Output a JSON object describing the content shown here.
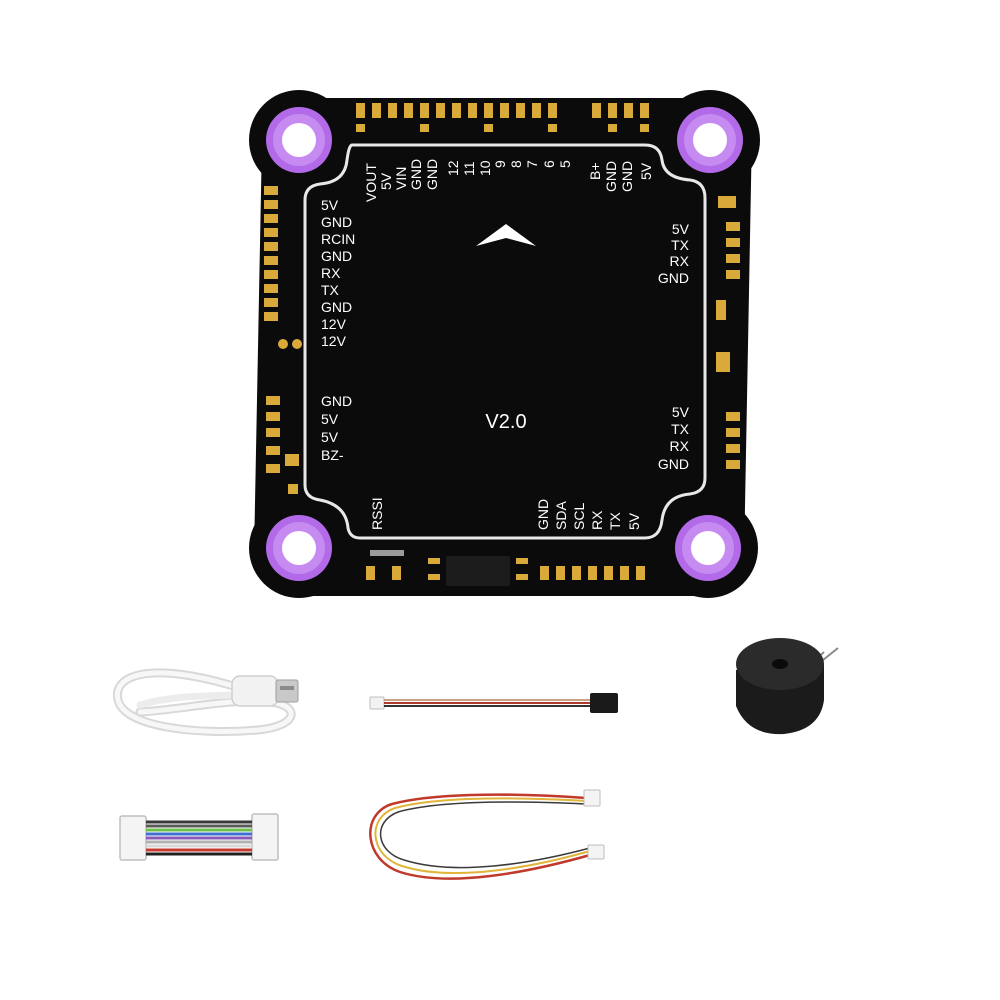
{
  "board": {
    "version": "V2.0",
    "top_left": [
      "VOUT",
      "5V",
      "VIN",
      "GND",
      "GND"
    ],
    "top_mid": [
      "12",
      "11",
      "10",
      "9",
      "8",
      "7",
      "6",
      "5"
    ],
    "top_right": [
      "B+",
      "GND",
      "GND",
      "5V"
    ],
    "left_upper": [
      "5V",
      "GND",
      "RCIN",
      "GND",
      "RX",
      "TX",
      "GND",
      "12V",
      "12V"
    ],
    "left_lower": [
      "GND",
      "5V",
      "5V",
      "BZ-"
    ],
    "right_upper": [
      "5V",
      "TX",
      "RX",
      "GND"
    ],
    "right_lower": [
      "5V",
      "TX",
      "RX",
      "GND"
    ],
    "bottom_left": "RSSI",
    "bottom_right": [
      "GND",
      "SDA",
      "SCL",
      "RX",
      "TX",
      "5V"
    ]
  },
  "accessories": [
    "usb-cable",
    "servo-lead",
    "buzzer",
    "ribbon-cable",
    "jst-cable"
  ],
  "colors": {
    "board": "#0a0a0a",
    "mount_ring": "#b36ae8",
    "mount_hole": "#ffffff",
    "pad": "#d9a93a"
  }
}
